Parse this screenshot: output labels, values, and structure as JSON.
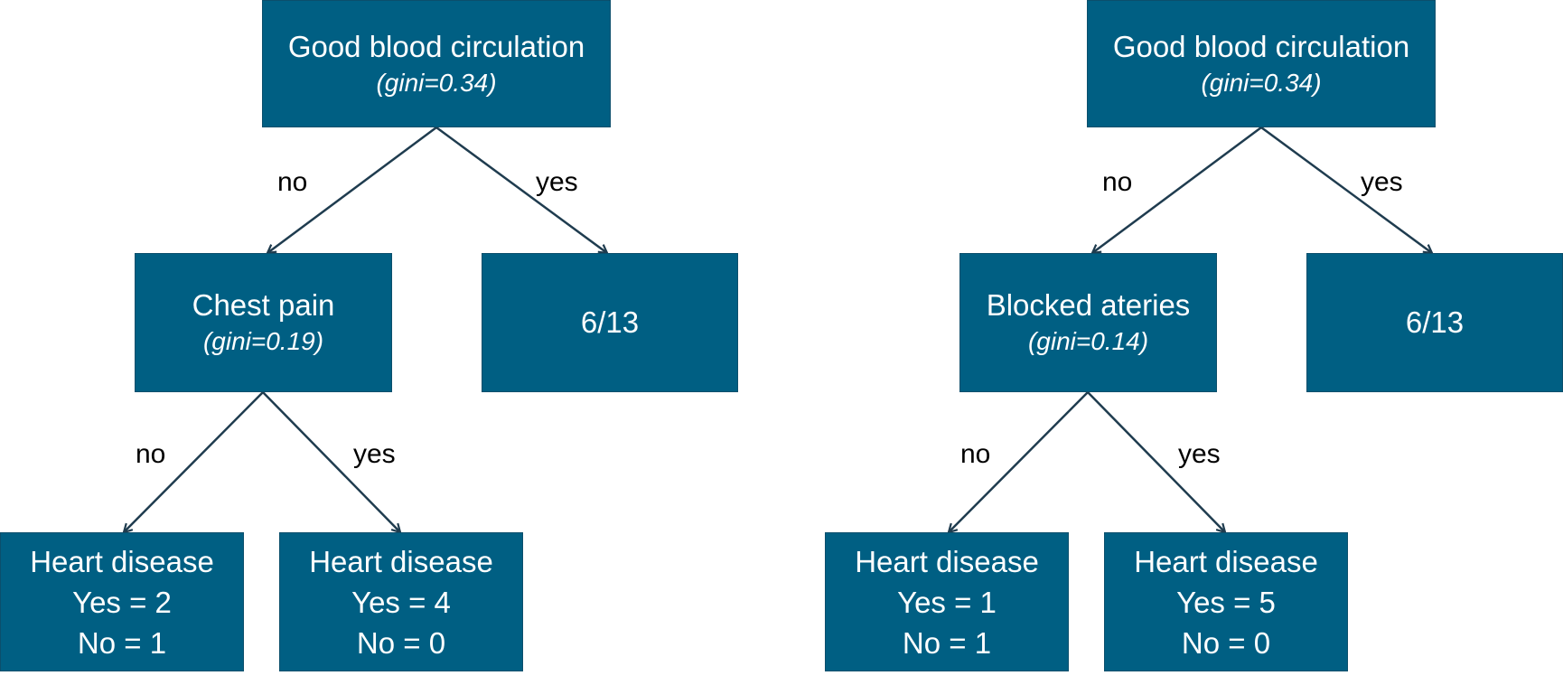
{
  "trees": [
    {
      "root": {
        "title": "Good blood circulation",
        "gini": "(gini=0.34)"
      },
      "root_no_label": "no",
      "root_yes_label": "yes",
      "right_leaf": {
        "value": "6/13"
      },
      "split": {
        "title": "Chest pain",
        "gini": "(gini=0.19)"
      },
      "split_no_label": "no",
      "split_yes_label": "yes",
      "leaf_no": {
        "title": "Heart disease",
        "yes": "Yes = 2",
        "no": "No = 1"
      },
      "leaf_yes": {
        "title": "Heart disease",
        "yes": "Yes = 4",
        "no": "No = 0"
      }
    },
    {
      "root": {
        "title": "Good blood circulation",
        "gini": "(gini=0.34)"
      },
      "root_no_label": "no",
      "root_yes_label": "yes",
      "right_leaf": {
        "value": "6/13"
      },
      "split": {
        "title": "Blocked ateries",
        "gini": "(gini=0.14)"
      },
      "split_no_label": "no",
      "split_yes_label": "yes",
      "leaf_no": {
        "title": "Heart disease",
        "yes": "Yes = 1",
        "no": "No = 1"
      },
      "leaf_yes": {
        "title": "Heart disease",
        "yes": "Yes = 5",
        "no": "No = 0"
      }
    }
  ],
  "colors": {
    "node_fill": "#005f83",
    "node_text": "#ffffff",
    "edge": "#1f3c4f",
    "label_text": "#000000"
  }
}
